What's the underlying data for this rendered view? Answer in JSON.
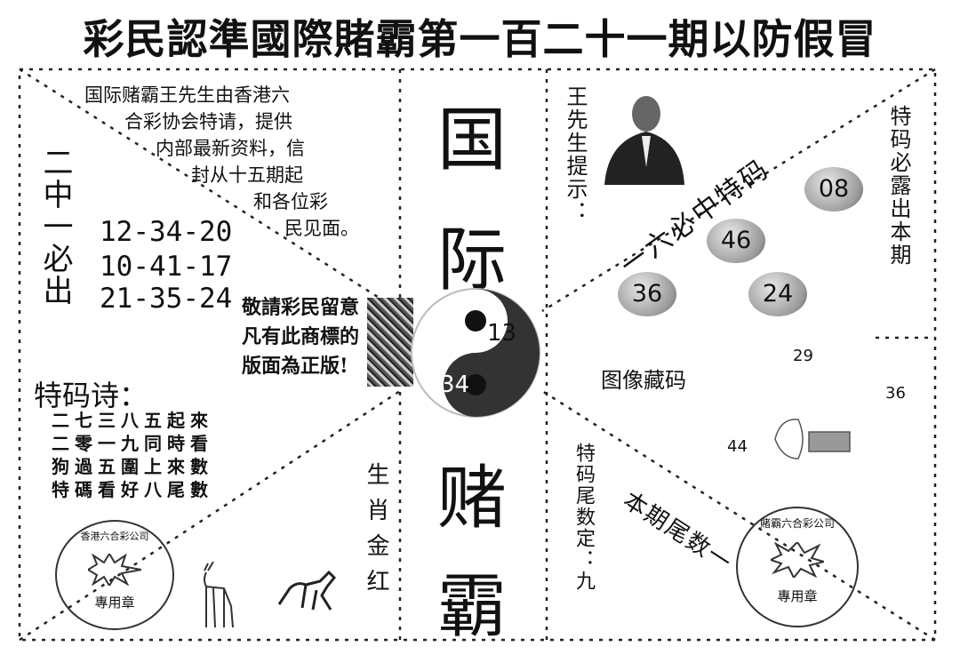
{
  "title": "彩民認準國際賭霸第一百二十一期以防假冒",
  "intro_lines": [
    "国际赌霸王先生由香港六",
    "合彩协会特请，提供",
    "内部最新资料，信",
    "封从十五期起",
    "和各位彩",
    "民见面。"
  ],
  "side_label": "二中一必出",
  "number_rows": [
    "12-34-20",
    "10-41-17",
    "21-35-24"
  ],
  "notice_lines": [
    "敬請彩民留意",
    "凡有此商標的",
    "版面為正版!"
  ],
  "poem_title": "特码诗：",
  "poem_lines": [
    "二七三八五起來",
    "二零一九同時看",
    "狗過五圍上來數",
    "特碼看好八尾數"
  ],
  "center_chars": [
    "国",
    "际",
    "赌",
    "霸"
  ],
  "yinyang_numbers": [
    "13",
    "34"
  ],
  "zodiac_label": "生肖金红",
  "tip_label": "王先生提示：",
  "diag_text_1": "一六必中特码",
  "balls": [
    "08",
    "46",
    "36",
    "24"
  ],
  "right_vertical": "特码必露出本期",
  "image_code_label": "图像藏码",
  "scatter_numbers": [
    "29",
    "36",
    "44"
  ],
  "tail_label": "特码尾数定：九",
  "diag_text_2": "本期尾数一",
  "stamp_text": "專用章",
  "stamp_ring_right": "賭霸六合彩公司",
  "stamp_ring_left": "香港六合彩公司",
  "icons": [
    "portrait-photo",
    "yin-yang-icon",
    "trademark-logo",
    "deer-icon",
    "horse-icon",
    "face-sketch-icon"
  ]
}
